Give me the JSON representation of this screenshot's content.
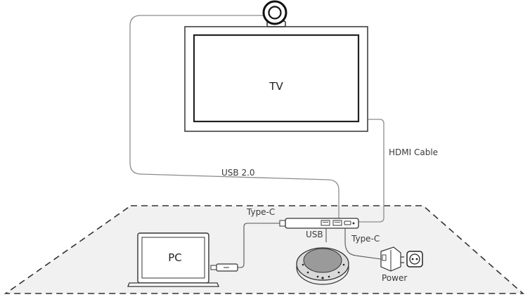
{
  "labels": {
    "tv": "TV",
    "pc": "PC",
    "usb20": "USB 2.0",
    "hdmi": "HDMI Cable",
    "typec_top": "Type-C",
    "usb": "USB",
    "typec_right": "Type-C",
    "power": "Power"
  },
  "colors": {
    "line": "#3f3f3f",
    "cable": "#8c8c8c",
    "speaker_top": "#9a9a9a",
    "speaker_ring": "#d9d9d9"
  }
}
